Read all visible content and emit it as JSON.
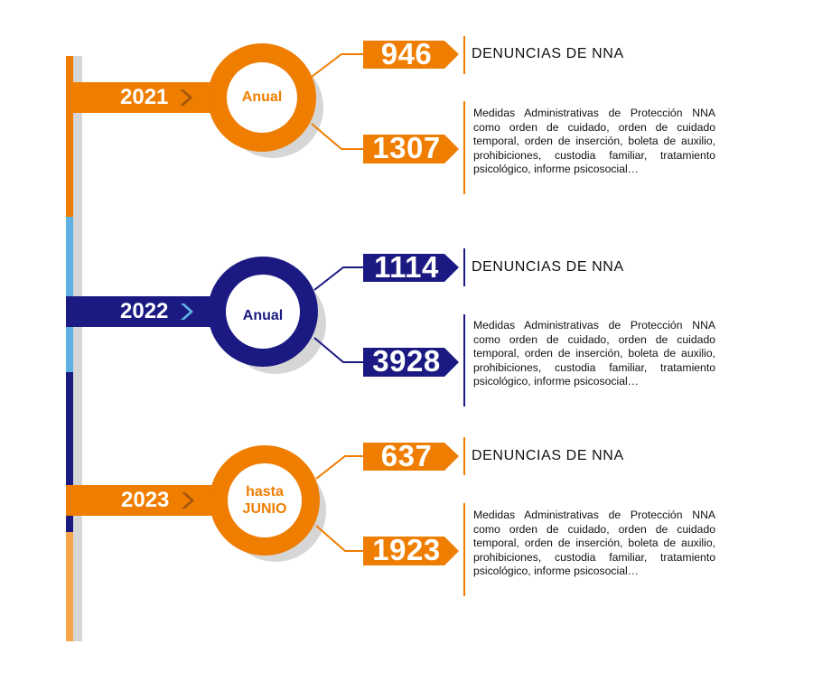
{
  "colors": {
    "orange": "#ef7d00",
    "orange_dark": "#a3550a",
    "orange_light": "#f5a54a",
    "navy": "#1b1a82",
    "navy_dark": "#0d0c4f",
    "light_blue": "#5fb0e3",
    "gray_shadow": "#d6d6d6",
    "text": "#111111"
  },
  "timeline": [
    {
      "year": "2021",
      "period": [
        "Anual"
      ],
      "color": "orange",
      "complaints": {
        "value": "946",
        "label": "DENUNCIAS DE NNA"
      },
      "measures": {
        "value": "1307",
        "description": "Medidas Administrativas de Protección NNA como orden de cuidado, orden de cuidado temporal, orden de inserción, boleta de auxilio, prohibiciones, custodia familiar, tratamiento psicológico, informe psicosocial…"
      }
    },
    {
      "year": "2022",
      "period": [
        "Anual"
      ],
      "color": "navy",
      "complaints": {
        "value": "1114",
        "label": "DENUNCIAS DE NNA"
      },
      "measures": {
        "value": "3928",
        "description": "Medidas Administrativas de Protección NNA como orden de cuidado, orden de cuidado temporal, orden de inserción, boleta de auxilio, prohibiciones, custodia familiar, tratamiento psicológico, informe psicosocial…"
      }
    },
    {
      "year": "2023",
      "period": [
        "hasta",
        "JUNIO"
      ],
      "color": "orange",
      "complaints": {
        "value": "637",
        "label": "DENUNCIAS DE NNA"
      },
      "measures": {
        "value": "1923",
        "description": "Medidas Administrativas de Protección NNA como orden de cuidado, orden de cuidado temporal, orden de inserción, boleta de auxilio, prohibiciones, custodia familiar, tratamiento psicológico, informe psicosocial…"
      }
    }
  ]
}
